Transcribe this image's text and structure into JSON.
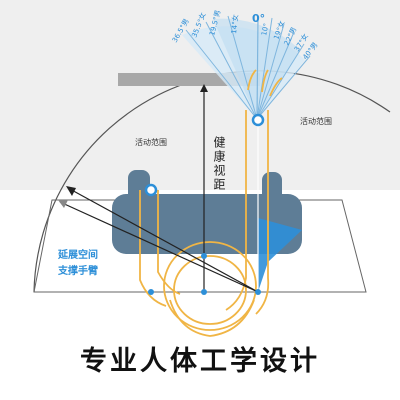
{
  "diagram": {
    "zero_angle_label": "0°",
    "left_angle_labels": [
      "36.5°男",
      "35.5°女",
      "19.5°男",
      "14°女"
    ],
    "right_angle_labels": [
      "10°",
      "19°女",
      "22°男",
      "37°女",
      "40°男"
    ],
    "activity_area_left": "活动范围",
    "activity_area_right": "活动范围",
    "viewing_distance_label": "健康视距",
    "extended_space_line1": "延展空间",
    "extended_space_line2": "支撑手臂"
  },
  "title": "专业人体工学设计",
  "colors": {
    "monitor_gray": "#a8a8a8",
    "desk_gray": "#efefef",
    "chair_blue": "#5e7d96",
    "accent_blue": "#2d8fd8",
    "arm_orange": "#f0b545",
    "line_dark": "#222222",
    "title_text": "#111111"
  }
}
